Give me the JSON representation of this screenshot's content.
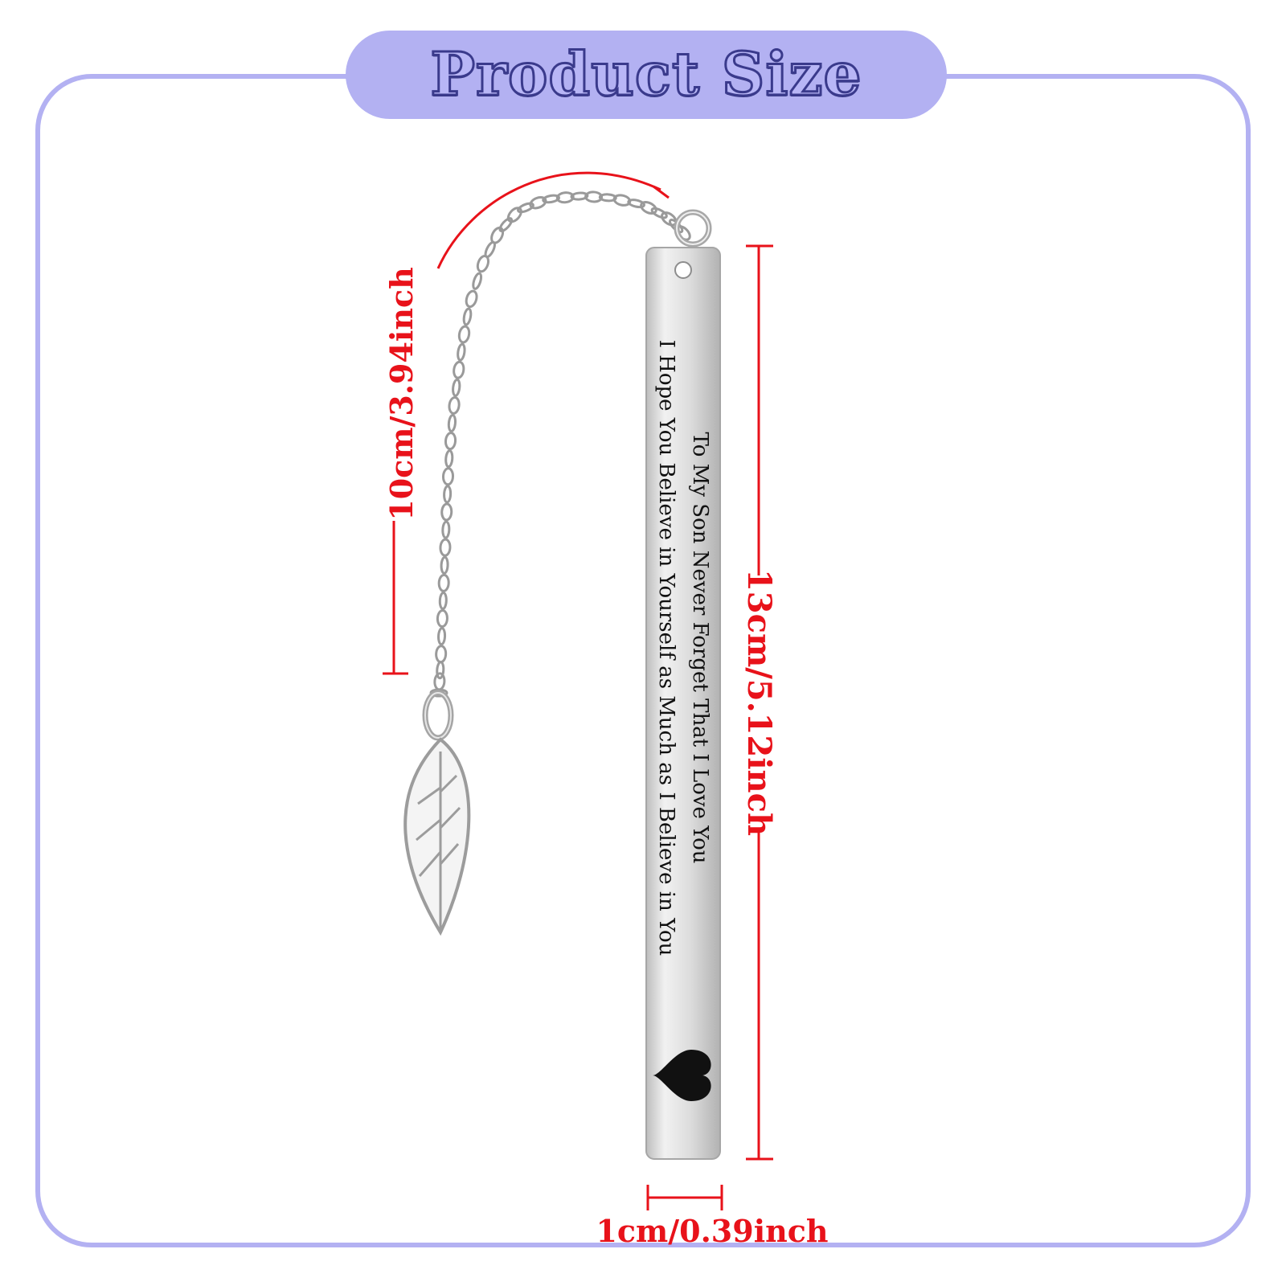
{
  "header": {
    "title": "Product Size"
  },
  "dimensions": {
    "chain_length": "10cm/3.94inch",
    "bar_height": "13cm/5.12inch",
    "bar_width": "1cm/0.39inch"
  },
  "bookmark": {
    "engraving_line_1": "To My Son Never Forget That I Love You",
    "engraving_line_2": "I Hope You Believe in Yourself as Much as I Believe in You",
    "icons": [
      "heart-icon",
      "feather-charm-icon",
      "chain-icon"
    ]
  },
  "colors": {
    "frame": "#b3b1f2",
    "dimension_red": "#e8121a",
    "title_outline": "#3a3a8c"
  }
}
